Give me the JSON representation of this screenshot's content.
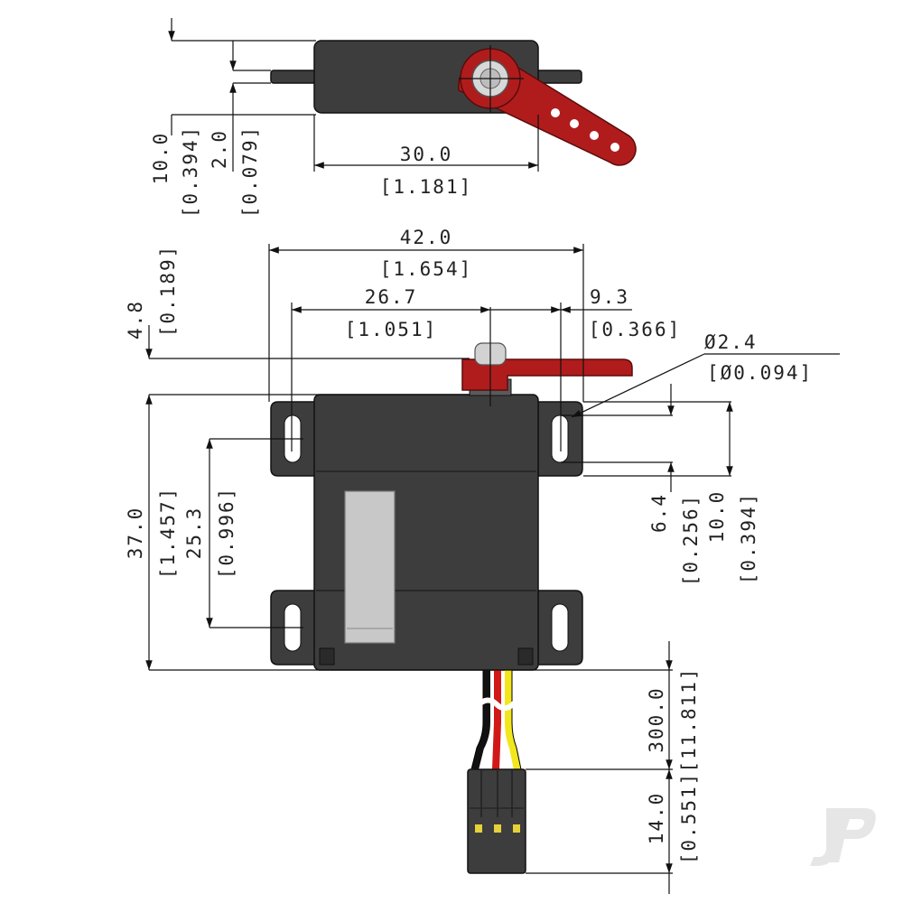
{
  "drawing": {
    "top_view": {
      "height": "10.0",
      "height_in": "[0.394]",
      "flange_thickness": "2.0",
      "flange_thickness_in": "[0.079]",
      "width": "30.0",
      "width_in": "[1.181]"
    },
    "front_view": {
      "overall_width": "42.0",
      "overall_width_in": "[1.654]",
      "hole_to_shaft": "26.7",
      "hole_to_shaft_in": "[1.051]",
      "shaft_to_hole": "9.3",
      "shaft_to_hole_in": "[0.366]",
      "hole_diameter": "Ø2.4",
      "hole_diameter_in": "[Ø0.094]",
      "horn_height": "4.8",
      "horn_height_in": "[0.189]",
      "body_height": "37.0",
      "body_height_in": "[1.457]",
      "hole_spacing": "25.3",
      "hole_spacing_in": "[0.996]",
      "slot_length": "6.4",
      "slot_length_in": "[0.256]",
      "ear_height": "10.0",
      "ear_height_in": "[0.394]",
      "lead_length": "300.0",
      "lead_length_in": "[11.811]",
      "connector_length": "14.0",
      "connector_length_in": "[0.551]"
    },
    "colors": {
      "body": "#3d3d3d",
      "horn": "#b01c1c",
      "label": "#c8c8c8",
      "wire_black": "#111111",
      "wire_red": "#d01818",
      "wire_yellow": "#f2e61c"
    },
    "watermark": "JP"
  }
}
